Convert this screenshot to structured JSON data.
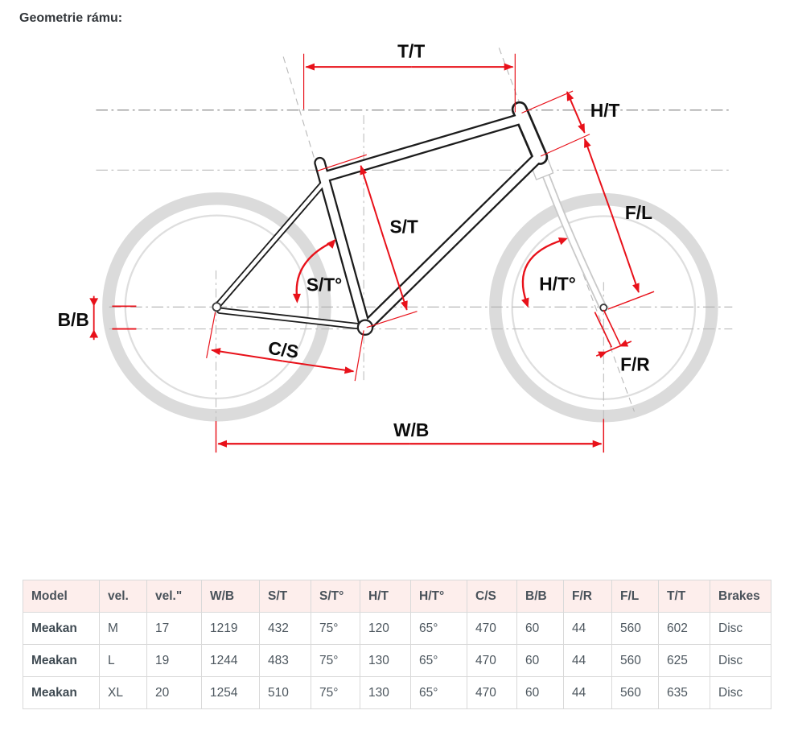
{
  "page": {
    "title": "Geometrie rámu:"
  },
  "diagram": {
    "description": "bicycle-frame-geometry-diagram",
    "labels": {
      "tt": "T/T",
      "ht": "H/T",
      "fl": "F/L",
      "ht_angle": "H/T°",
      "fr": "F/R",
      "bb": "B/B",
      "cs": "C/S",
      "wb": "W/B",
      "st": "S/T",
      "st_angle": "S/T°"
    },
    "colors": {
      "dimension_red": "#e8111a",
      "frame_black": "#1c1c1c",
      "wheel_gray": "#dbdbdb",
      "construction_gray": "#a8a8a8"
    }
  },
  "table": {
    "headers": [
      "Model",
      "vel.",
      "vel.\"",
      "W/B",
      "S/T",
      "S/T°",
      "H/T",
      "H/T°",
      "C/S",
      "B/B",
      "F/R",
      "F/L",
      "T/T",
      "Brakes"
    ],
    "rows": [
      [
        "Meakan",
        "M",
        "17",
        "1219",
        "432",
        "75°",
        "120",
        "65°",
        "470",
        "60",
        "44",
        "560",
        "602",
        "Disc"
      ],
      [
        "Meakan",
        "L",
        "19",
        "1244",
        "483",
        "75°",
        "130",
        "65°",
        "470",
        "60",
        "44",
        "560",
        "625",
        "Disc"
      ],
      [
        "Meakan",
        "XL",
        "20",
        "1254",
        "510",
        "75°",
        "130",
        "65°",
        "470",
        "60",
        "44",
        "560",
        "635",
        "Disc"
      ]
    ],
    "header_bg": "#fdeeec"
  }
}
